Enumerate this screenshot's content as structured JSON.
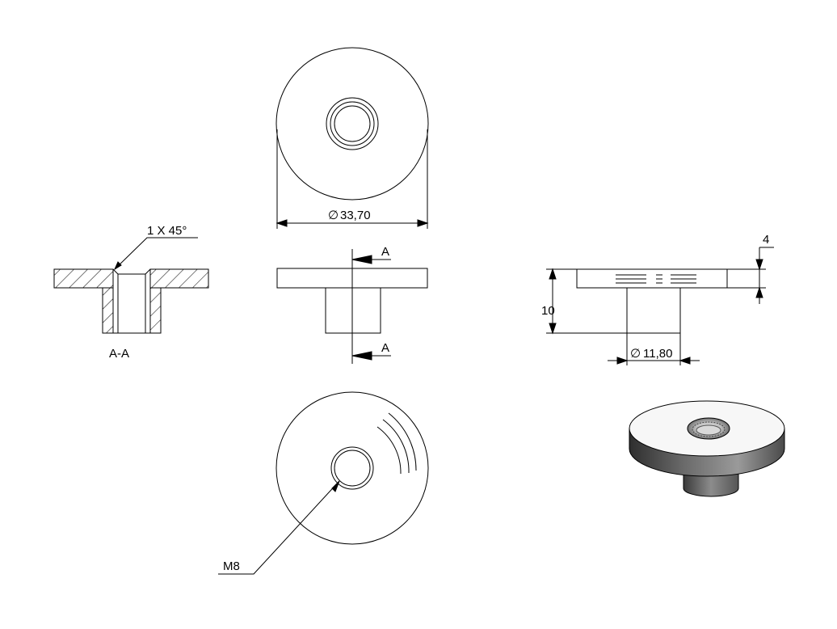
{
  "colors": {
    "line": "#000000",
    "hatch": "#000000",
    "background": "#ffffff",
    "shade_dark": "#3a3a3a",
    "shade_mid": "#8a8a8a",
    "shade_light": "#f4f4f4"
  },
  "dimensions": {
    "outer_diameter": "33,70",
    "boss_diameter": "11,80",
    "total_height": "10",
    "flange_thickness": "4",
    "chamfer": "1 X 45°",
    "thread": "M8",
    "diameter_symbol": "∅"
  },
  "section": {
    "marker_top": "A",
    "marker_bottom": "A",
    "view_label": "A-A"
  }
}
